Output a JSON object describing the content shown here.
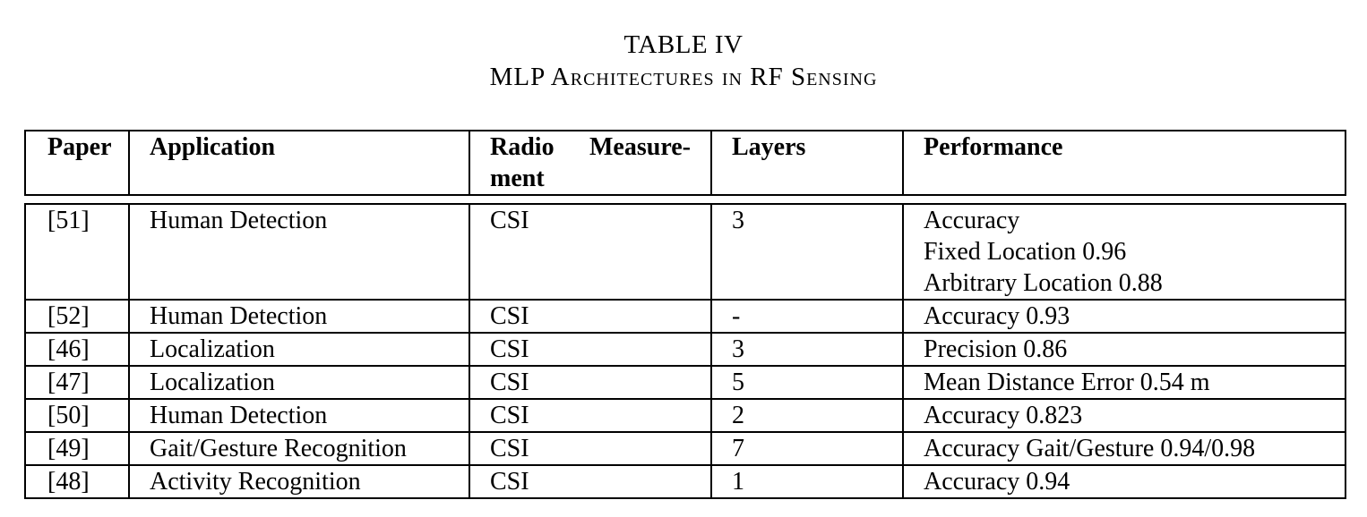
{
  "caption": {
    "label": "TABLE IV",
    "title": "MLP Architectures in RF Sensing"
  },
  "headers": {
    "paper": "Paper",
    "application": "Application",
    "radio_line1": "Radio  Measure-",
    "radio_line2": "ment",
    "layers": "Layers",
    "performance": "Performance"
  },
  "rows": [
    {
      "paper": "[51]",
      "application": "Human Detection",
      "radio": "CSI",
      "layers": "3",
      "performance": [
        "Accuracy",
        "Fixed Location 0.96",
        "Arbitrary Location 0.88"
      ]
    },
    {
      "paper": "[52]",
      "application": "Human Detection",
      "radio": "CSI",
      "layers": "-",
      "performance": [
        "Accuracy 0.93"
      ]
    },
    {
      "paper": "[46]",
      "application": "Localization",
      "radio": "CSI",
      "layers": "3",
      "performance": [
        "Precision 0.86"
      ]
    },
    {
      "paper": "[47]",
      "application": "Localization",
      "radio": "CSI",
      "layers": "5",
      "performance": [
        "Mean Distance Error 0.54 m"
      ]
    },
    {
      "paper": "[50]",
      "application": "Human Detection",
      "radio": "CSI",
      "layers": "2",
      "performance": [
        "Accuracy 0.823"
      ]
    },
    {
      "paper": "[49]",
      "application": "Gait/Gesture Recognition",
      "radio": "CSI",
      "layers": "7",
      "performance": [
        "Accuracy Gait/Gesture 0.94/0.98"
      ]
    },
    {
      "paper": "[48]",
      "application": "Activity Recognition",
      "radio": "CSI",
      "layers": "1",
      "performance": [
        "Accuracy 0.94"
      ]
    }
  ]
}
